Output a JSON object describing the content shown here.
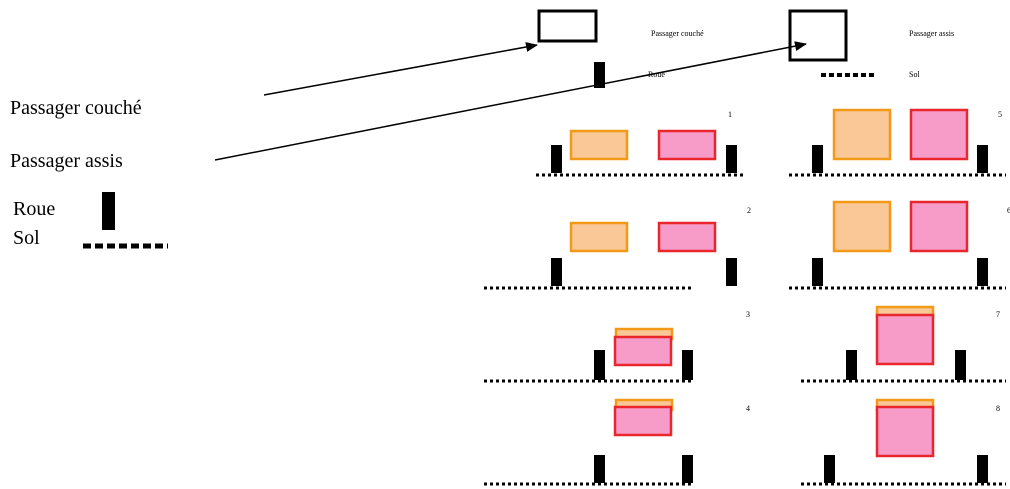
{
  "legend": {
    "lying_passenger": "Passager couché",
    "seated_passenger": "Passager assis",
    "wheel": "Roue",
    "ground": "Sol"
  },
  "key": {
    "lying_passenger": "Passager couché",
    "seated_passenger": "Passager assis",
    "wheel": "Roue",
    "ground": "Sol"
  },
  "scenario_numbers": [
    "1",
    "2",
    "3",
    "4",
    "5",
    "6",
    "7",
    "8"
  ],
  "colors": {
    "lying_fill": "#fac896",
    "lying_stroke": "#f29a18",
    "seated_fill": "#f79bc9",
    "seated_stroke": "#e8262c",
    "wheel": "#000000",
    "ground": "#000000"
  }
}
